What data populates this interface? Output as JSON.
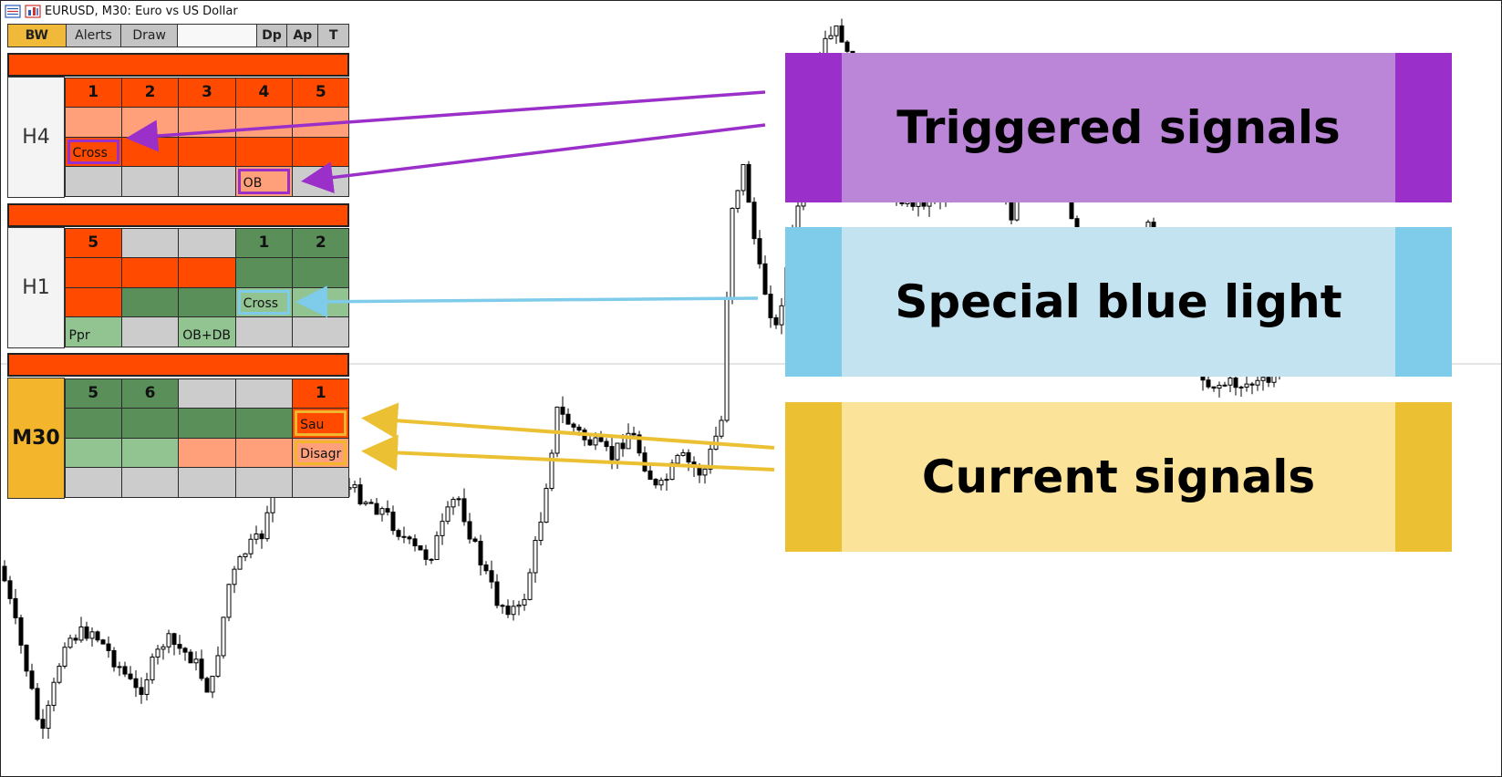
{
  "window": {
    "title": "EURUSD, M30:  Euro vs US Dollar",
    "icons": [
      "list-icon",
      "chart-icon"
    ]
  },
  "toolbar": {
    "bw": "BW",
    "alerts": "Alerts",
    "draw": "Draw",
    "dp": "Dp",
    "ap": "Ap",
    "t": "T"
  },
  "panels": {
    "h4": {
      "label": "H4",
      "numbers": [
        "1",
        "2",
        "3",
        "4",
        "5"
      ],
      "cross": "Cross",
      "ob": "OB"
    },
    "h1": {
      "label": "H1",
      "numbers": [
        "5",
        "1",
        "2"
      ],
      "cross": "Cross",
      "ppr": "Ppr",
      "obdb": "OB+DB"
    },
    "m30": {
      "label": "M30",
      "numbers": [
        "5",
        "6",
        "1"
      ],
      "sau": "Sau",
      "disagr": "Disagr"
    }
  },
  "callouts": {
    "triggered": {
      "text": "Triggered signals",
      "accent": "#9b2fc9",
      "fill": "#bb86d8"
    },
    "special": {
      "text": "Special blue light",
      "accent": "#7fcbea",
      "fill": "#c3e3f1"
    },
    "current": {
      "text": "Current signals",
      "accent": "#ecc033",
      "fill": "#fbe39a"
    }
  },
  "colors": {
    "orange": "#ff4a00",
    "light_orange": "#ffa07a",
    "dark_green": "#5a8f5a",
    "light_green": "#92c492",
    "gray": "#cccccc",
    "gold": "#f2b52b"
  }
}
